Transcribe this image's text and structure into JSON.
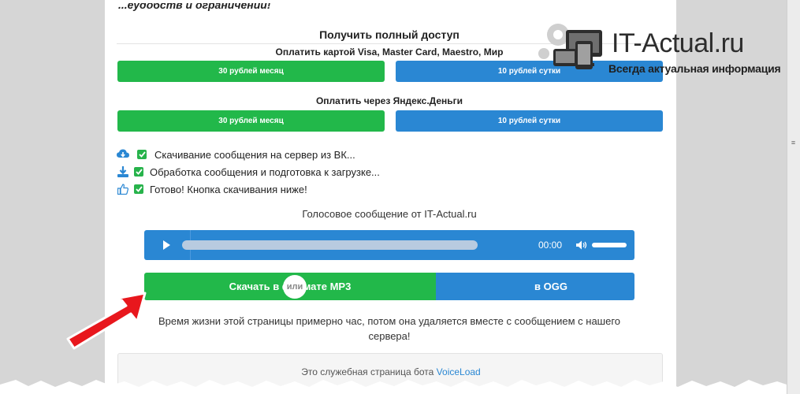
{
  "page": {
    "top_cut_text": "...еудобств и ограничений!",
    "heading": "Получить полный доступ"
  },
  "card_payment": {
    "label": "Оплатить картой Visa, Master Card, Maestro, Мир",
    "month_button": "30 рублей месяц",
    "day_button": "10 рублей сутки"
  },
  "yandex_payment": {
    "label": "Оплатить через Яндекс.Деньги",
    "month_button": "30 рублей месяц",
    "day_button": "10 рублей сутки"
  },
  "status": {
    "items": [
      {
        "icon": "cloud-download-icon",
        "text": "Скачивание сообщения на сервер из ВК..."
      },
      {
        "icon": "download-icon",
        "text": "Обработка сообщения и подготовка к загрузке..."
      },
      {
        "icon": "thumbs-up-icon",
        "text": "Готово! Кнопка скачивания ниже!"
      }
    ]
  },
  "player": {
    "label": "Голосовое сообщение от IT-Actual.ru",
    "time": "00:00"
  },
  "download": {
    "mp3_label": "Скачать в формате MP3",
    "or_label": "или",
    "ogg_label": "в OGG"
  },
  "note": "Время жизни этой страницы примерно час, потом она удаляется вместе с сообщением с нашего сервера!",
  "footer": {
    "text": "Это служебная страница бота ",
    "link": "VoiceLoad"
  },
  "logo": {
    "title": "IT-Actual.ru",
    "subtitle": "Всегда актуальная информация"
  },
  "colors": {
    "green": "#22b84a",
    "blue": "#2a87d3",
    "arrow_red": "#e8171d"
  }
}
